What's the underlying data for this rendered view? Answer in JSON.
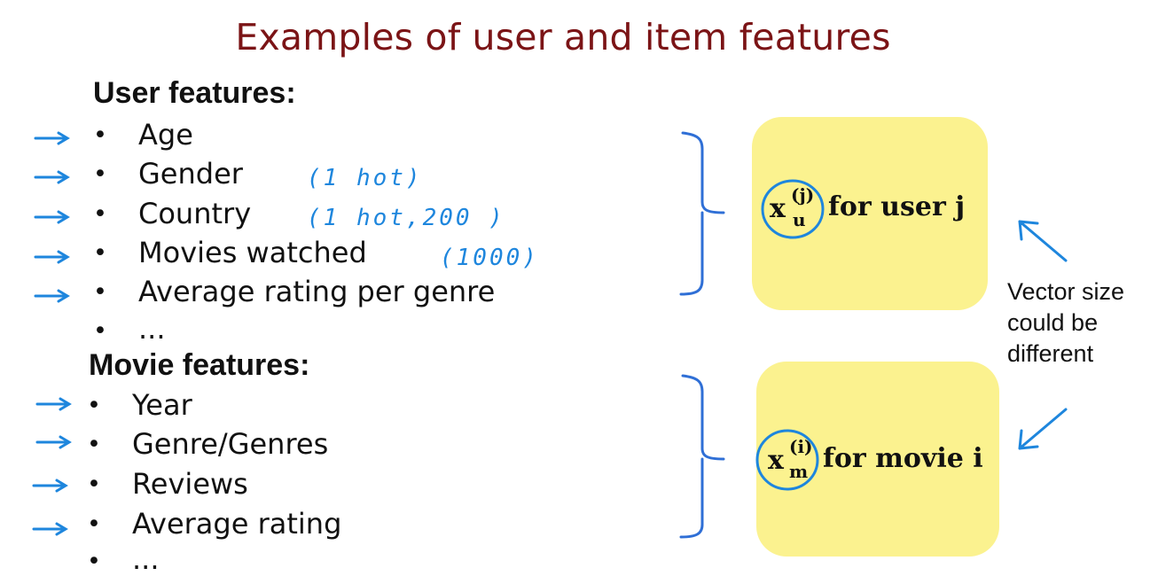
{
  "title": "Examples of user and item features",
  "user_features": {
    "heading": "User features:",
    "items": [
      {
        "text": "Age",
        "note": ""
      },
      {
        "text": "Gender",
        "note": "(1 hot)"
      },
      {
        "text": "Country",
        "note": "(1 hot,200 )"
      },
      {
        "text": "Movies watched",
        "note": "(1000)"
      },
      {
        "text": "Average rating per genre",
        "note": ""
      },
      {
        "text": "...",
        "note": ""
      }
    ]
  },
  "movie_features": {
    "heading": "Movie features:",
    "items": [
      {
        "text": "Year"
      },
      {
        "text": "Genre/Genres"
      },
      {
        "text": "Reviews"
      },
      {
        "text": "Average rating"
      },
      {
        "text": "..."
      }
    ]
  },
  "user_vector": {
    "symbol": "x",
    "superscript": "(j)",
    "subscript": "u",
    "label": "for user j"
  },
  "movie_vector": {
    "symbol": "x",
    "superscript": "(i)",
    "subscript": "m",
    "label": "for movie i"
  },
  "vector_note": "Vector size could be different",
  "bullet_char": "•",
  "colors": {
    "title": "#7b1416",
    "annotation": "#1e86dd",
    "card": "#fbf28f",
    "bracket": "#2f6fd6"
  }
}
